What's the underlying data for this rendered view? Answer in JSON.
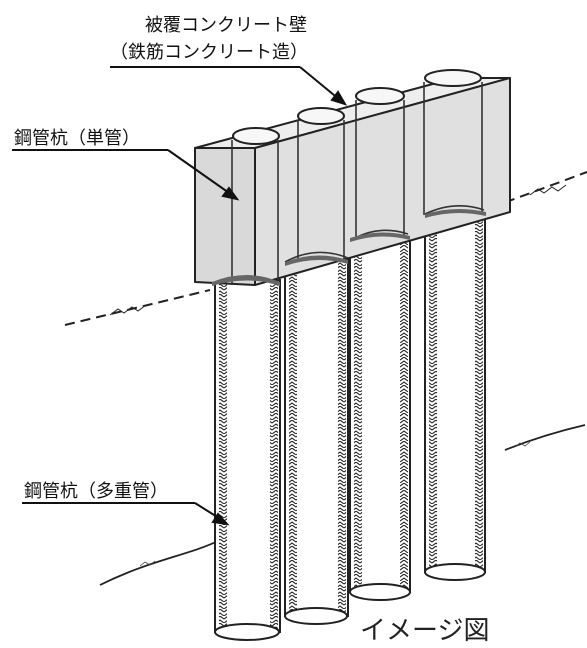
{
  "labels": {
    "wall_title": "被覆コンクリート壁",
    "wall_subtitle": "（鉄筋コンクリート造）",
    "single_pile": "鋼管杭（単管）",
    "multi_pile": "鋼管杭（多重管）"
  },
  "caption": "イメージ図",
  "colors": {
    "wall_fill": "#e6e6e6",
    "wall_stroke": "#222222",
    "pile_fill": "#ffffff",
    "ground_line": "#222222"
  }
}
